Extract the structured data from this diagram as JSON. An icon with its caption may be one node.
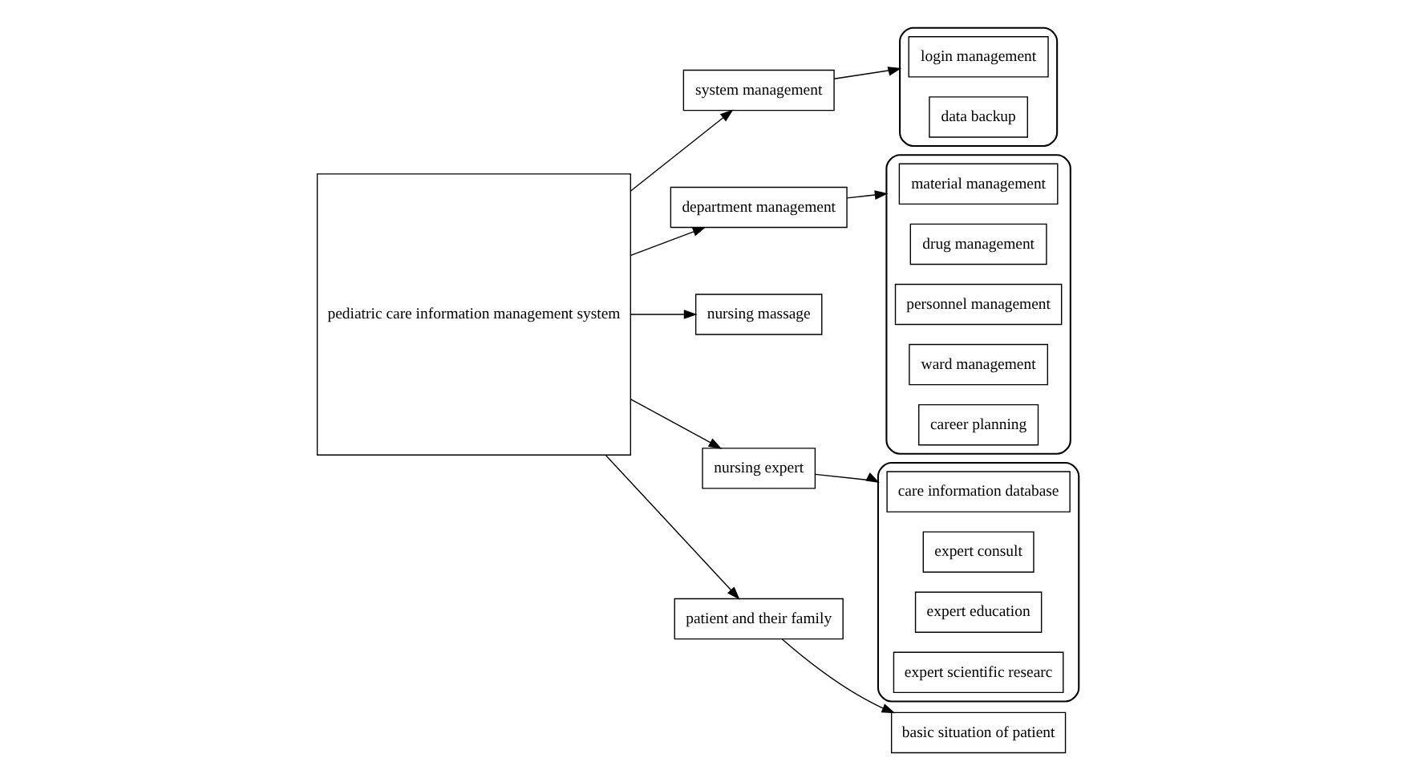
{
  "diagram": {
    "nodes": [
      {
        "text": [
          "pediatric care information management system"
        ]
      },
      {
        "text": [
          "system management"
        ]
      },
      {
        "text": [],
        "shape": "bracket"
      },
      {
        "text": [
          "login management"
        ],
        "in": 2
      },
      {
        "text": [
          "data backup"
        ],
        "in": 2
      },
      {
        "text": [
          "department management"
        ]
      },
      {
        "text": [],
        "shape": "bracket"
      },
      {
        "text": [
          "material management"
        ],
        "in": 6
      },
      {
        "text": [
          "drug management"
        ],
        "in": 6
      },
      {
        "text": [
          "personnel management"
        ],
        "in": 6
      },
      {
        "text": [
          "ward management"
        ],
        "in": 6
      },
      {
        "text": [
          "career planning"
        ],
        "in": 6
      },
      {
        "text": [
          "nursing massage"
        ]
      },
      {
        "text": [
          "nursing expert"
        ]
      },
      {
        "text": [],
        "shape": "bracket"
      },
      {
        "text": [
          "care information database"
        ],
        "in": 14
      },
      {
        "text": [
          "expert consult"
        ],
        "in": 14
      },
      {
        "text": [
          "expert education"
        ],
        "in": 14
      },
      {
        "text": [
          "expert scientific researc"
        ],
        "in": 14
      },
      {
        "text": [
          "patient and their family"
        ]
      },
      {
        "text": [
          "basic situation of patient"
        ]
      }
    ],
    "edges": [
      {
        "from": 0,
        "to": 1,
        "arrow": "to"
      },
      {
        "from": 0,
        "to": 5,
        "arrow": "to"
      },
      {
        "from": 0,
        "to": 12,
        "arrow": "to"
      },
      {
        "from": 0,
        "to": 13,
        "arrow": "to"
      },
      {
        "from": 0,
        "to": 19,
        "arrow": "to"
      },
      {
        "from": 1,
        "to": 2,
        "arrow": "to"
      },
      {
        "from": 5,
        "to": 6,
        "arrow": "to"
      },
      {
        "from": 13,
        "to": 14,
        "arrow": "to"
      },
      {
        "from": 19,
        "to": 20,
        "arrow": "to"
      }
    ]
  }
}
